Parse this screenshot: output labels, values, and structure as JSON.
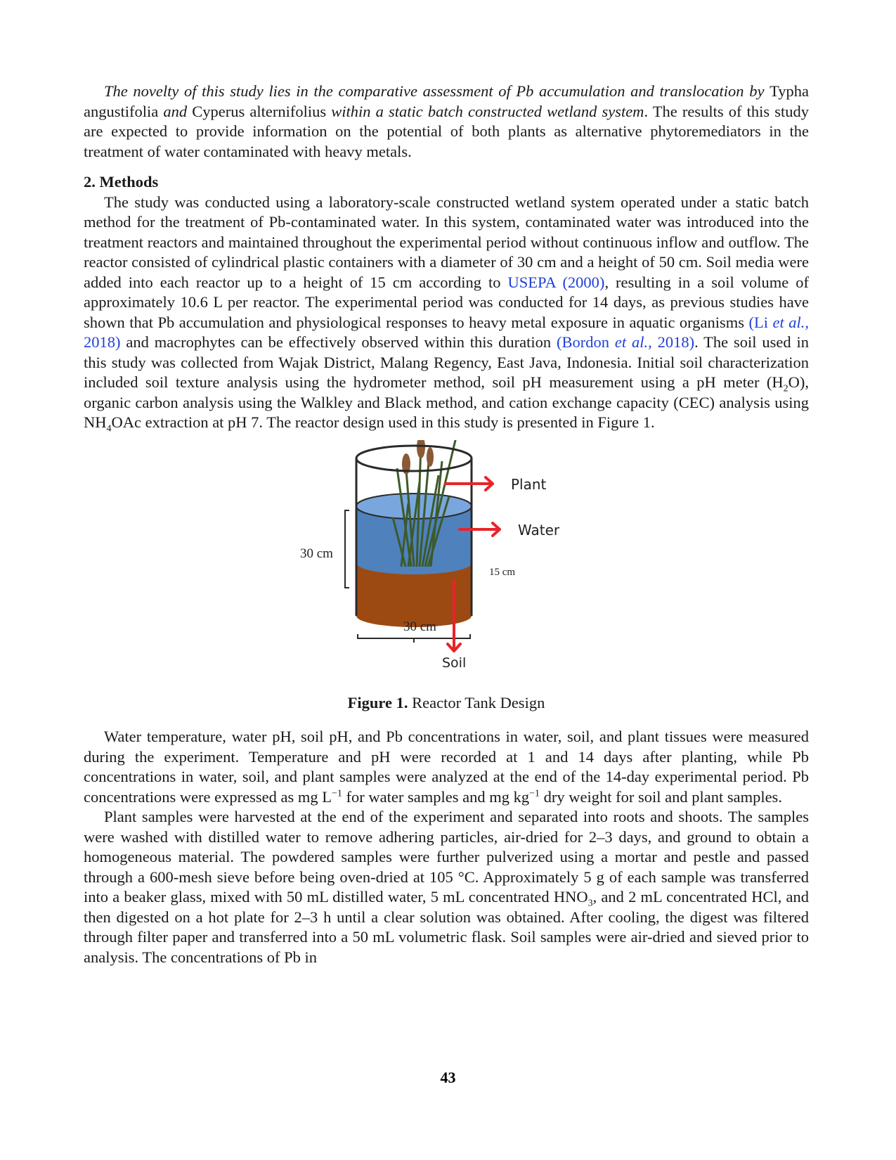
{
  "para_novelty": {
    "s1": "The novelty of this study lies in the comparative assessment of Pb accumulation and translocation by ",
    "sp1": "Typha angustifolia",
    "s2": " and ",
    "sp2": "Cyperus alternifolius",
    "s3": " within a static batch constructed wetland system",
    "s4": ". The results of this study are expected to provide information on the potential of both plants as alternative phytoremediators in the treatment of water contaminated with heavy metals."
  },
  "section_heading": "2.  Methods",
  "para_methods": {
    "t1": "The study was conducted using a laboratory-scale constructed wetland system operated under a static batch method for the treatment of Pb-contaminated water. In this system, contaminated water was introduced into the treatment reactors and maintained throughout the experimental period without continuous inflow and outflow. The reactor consisted of cylindrical plastic containers with a diameter of 30 cm and a height of 50 cm. Soil media were added into each reactor up to a height of 15 cm according to ",
    "c1": "USEPA (2000)",
    "t2": ", resulting in a soil volume of approximately 10.6 L per reactor. The experimental period was conducted for 14 days, as previous studies have shown that Pb accumulation and physiological responses to heavy metal exposure in aquatic organisms ",
    "c2a": "(Li ",
    "c2b": "et al.,",
    "c2c": " 2018)",
    "t3": " and macrophytes can be effectively observed within this duration ",
    "c3a": "(Bordon ",
    "c3b": "et al.,",
    "c3c": " 2018)",
    "t4": ". The soil used in this study was collected from Wajak District, Malang Regency, East Java, Indonesia. Initial soil characterization included soil texture analysis using the hydrometer method, soil pH measurement using a pH meter (H",
    "sub1": "2",
    "t5": "O), organic carbon analysis using the Walkley and Black method, and cation exchange capacity (CEC) analysis using NH",
    "sub2": "4",
    "t6": "OAc extraction at pH 7. The reactor design used in this study is presented in Figure 1."
  },
  "figure": {
    "label_plant": "Plant",
    "label_water": "Water",
    "label_soil": "Soil",
    "label_height": "30 cm",
    "label_diameter": "30 cm",
    "label_soil_height": "15 cm",
    "caption_bold": "Figure 1.",
    "caption_text": " Reactor Tank Design",
    "colors": {
      "water": "#4f81bd",
      "soil": "#9c4a12",
      "arrow": "#e8232a",
      "plant": "#3c5a2a",
      "cattail": "#8a5a35"
    }
  },
  "para_measure": {
    "t1": "Water temperature, water pH, soil pH, and Pb concentrations in water, soil, and plant tissues were measured during the experiment. Temperature and pH were recorded at 1 and 14 days after planting, while Pb concentrations in water, soil, and plant samples were analyzed at the end of the 14-day experimental period. Pb concentrations were expressed as mg L",
    "sup1": "−1",
    "t2": " for water samples and mg kg",
    "sup2": "−1",
    "t3": " dry weight for soil and plant samples."
  },
  "para_samples": {
    "t1": "Plant samples were harvested at the end of the experiment and separated into roots and shoots. The samples were washed with distilled water to remove adhering particles, air-dried for 2–3 days, and ground to obtain a homogeneous material. The powdered samples were further pulverized using a mortar and pestle and passed through a 600-mesh sieve before being oven-dried at 105 °C. Approximately 5 g of each sample was transferred into a beaker glass, mixed with 50 mL distilled water, 5 mL concentrated HNO",
    "sub1": "3",
    "t2": ", and 2 mL concentrated HCl, and then digested on a hot plate for 2–3 h until a clear solution was obtained. After cooling, the digest was filtered through filter paper and transferred into a 50 mL volumetric flask. Soil samples were air-dried and sieved prior to analysis. The concentrations of Pb in"
  },
  "page_number": "43"
}
